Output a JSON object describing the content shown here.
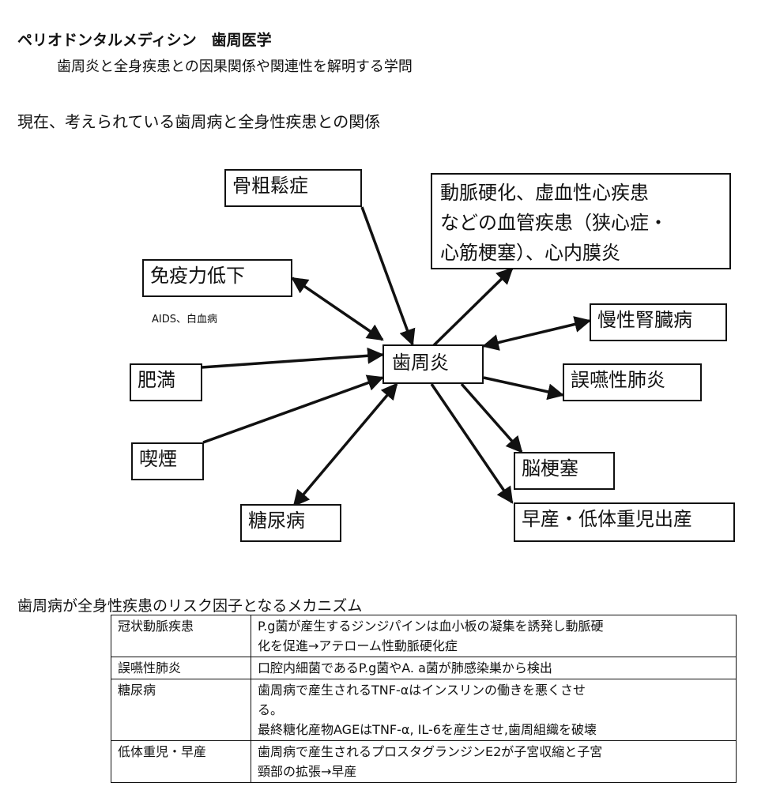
{
  "header": {
    "title": "ペリオドンタルメディシン　歯周医学",
    "subtitle": "歯周炎と全身疾患との因果関係や関連性を解明する学問"
  },
  "section1": {
    "heading": "現在、考えられている歯周病と全身性疾患との関係"
  },
  "diagram": {
    "center": "歯周炎",
    "nodes": {
      "osteoporosis": "骨粗鬆症",
      "arterio_line1": "動脈硬化、虚血性心疾患",
      "arterio_line2": "などの血管疾患（狭心症・",
      "arterio_line3": "心筋梗塞）、心内膜炎",
      "immune": "免疫力低下",
      "immune_note": "AIDS、白血病",
      "kidney": "慢性腎臓病",
      "obesity": "肥満",
      "pneumonia": "誤嚥性肺炎",
      "smoking": "喫煙",
      "stroke": "脳梗塞",
      "diabetes": "糖尿病",
      "preterm": "早産・低体重児出産"
    }
  },
  "section2": {
    "heading": "歯周病が全身性疾患のリスク因子となるメカニズム",
    "table": [
      {
        "disease": "冠状動脈疾患",
        "lines": [
          "P.g菌が産生するジンジパインは血小板の凝集を誘発し動脈硬",
          "化を促進→アテローム性動脈硬化症"
        ]
      },
      {
        "disease": "誤嚥性肺炎",
        "lines": [
          "口腔内細菌であるP.g菌やA. a菌が肺感染巣から検出"
        ]
      },
      {
        "disease": "糖尿病",
        "lines": [
          "歯周病で産生されるTNF-αはインスリンの働きを悪くさせ",
          "る。",
          "最終糖化産物AGEはTNF-α, IL-6を産生させ,歯周組織を破壊"
        ]
      },
      {
        "disease": "低体重児・早産",
        "lines": [
          "歯周病で産生されるプロスタグランジンE2が子宮収縮と子宮",
          "頸部の拡張→早産"
        ]
      }
    ]
  }
}
